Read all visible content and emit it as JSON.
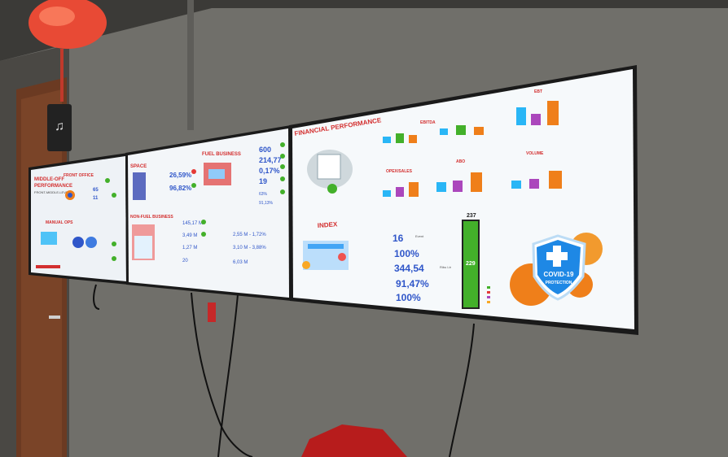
{
  "panel_left": {
    "title_lines": [
      "MIDDLE-OFF",
      "PERFORMANCE",
      "FRONT-MIDDLE-LEVEL"
    ],
    "section_a": "FRONT OFFICE",
    "section_b": "MANUAL OPS",
    "values": [
      "65",
      "11"
    ]
  },
  "panel_mid": {
    "section_top": "FUEL BUSINESS",
    "section_left": "SPACE",
    "section_bottom": "NON-FUEL BUSINESS",
    "pct_a": "26,59%",
    "pct_b": "96,82%",
    "fuel_values": [
      "600",
      "214,77",
      "0,17%",
      "19"
    ],
    "fuel_small": [
      "63%",
      "91,13%"
    ],
    "nonfuel_values": [
      "145,17 M",
      "3,49 M",
      "1,27 M",
      "20"
    ],
    "right_values": [
      "2,55 M - 1,72%",
      "3,10 M - 3,88%",
      "6,03 M"
    ]
  },
  "panel_right": {
    "title": "FINANCIAL PERFORMANCE",
    "chart_labels": [
      "EBITDA",
      "EBT",
      "OPEX/SALES",
      "ABO",
      "VOLUME"
    ],
    "index_title": "INDEX",
    "index_values": [
      "16",
      "100%",
      "344,54",
      "91,47%",
      "100%"
    ],
    "index_unit_a": "Event",
    "index_unit_b": "Ribu Ltr",
    "bar_top_label": "237",
    "bar_inner_label": "229",
    "covid_line1": "COVID-19",
    "covid_line2": "PROTECTION"
  },
  "colors": {
    "wall": "#6f6f6a",
    "screen": "#f5f8fa",
    "accent_red": "#e53935",
    "accent_blue": "#2f56c9",
    "accent_green": "#43b02a",
    "accent_orange": "#ef7f1a"
  },
  "icons": [
    "lantern",
    "light-switch",
    "covid-shield",
    "virus"
  ]
}
